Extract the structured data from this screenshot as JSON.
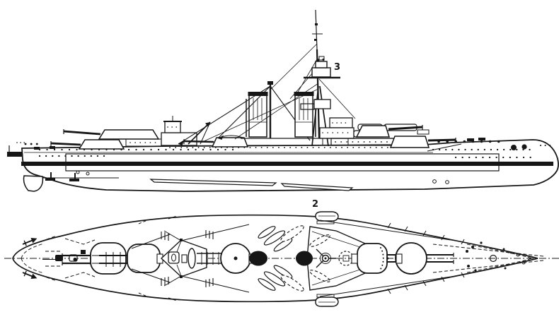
{
  "figure": {
    "type": "technical-line-drawing",
    "subject": "Dreadnought battleship shown in side profile (top) and overhead deck plan (bottom)",
    "colors": {
      "ink": "#161616",
      "background": "#ffffff"
    },
    "views": [
      {
        "name": "side-profile"
      },
      {
        "name": "overhead-plan"
      }
    ],
    "annotations": [
      {
        "text": "3"
      },
      {
        "text": "2"
      }
    ]
  }
}
